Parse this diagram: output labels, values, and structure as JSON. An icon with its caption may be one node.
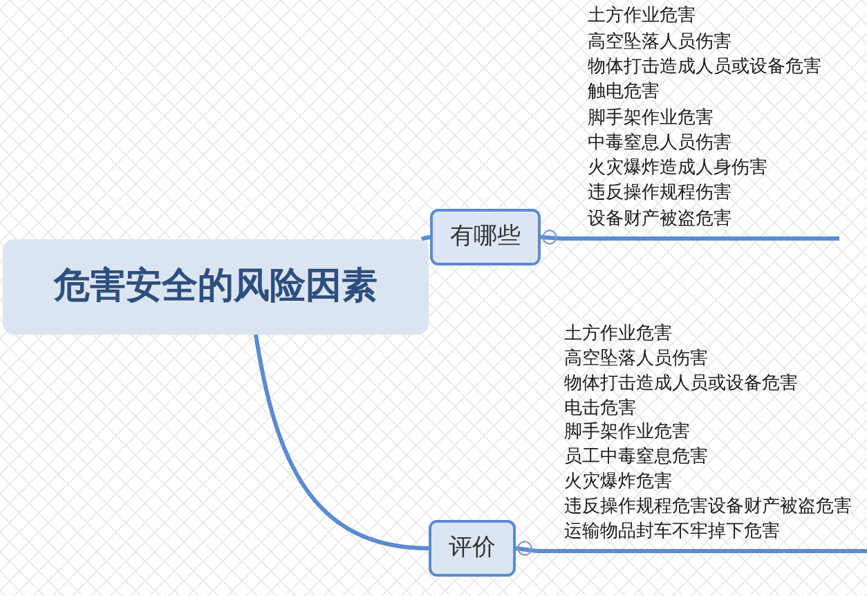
{
  "diagram": {
    "nodes": [
      {
        "text": [
          "危害安全的风险因素"
        ]
      },
      {
        "text": [
          "有哪些"
        ]
      },
      {
        "text": [
          "土方作业危害",
          "高空坠落人员伤害",
          "物体打击造成人员或设备危害",
          "触电危害",
          "脚手架作业危害",
          "中毒窒息人员伤害",
          "火灾爆炸造成人身伤害",
          "违反操作规程伤害",
          "设备财产被盗危害"
        ]
      },
      {
        "text": [
          "评价"
        ]
      },
      {
        "text": [
          "土方作业危害",
          "高空坠落人员伤害",
          "物体打击造成人员或设备危害",
          "电击危害",
          "脚手架作业危害",
          "员工中毒窒息危害",
          "火灾爆炸危害",
          "违反操作规程危害设备财产被盗危害",
          "运输物品封车不牢掉下危害"
        ]
      }
    ],
    "edges": [
      {
        "from": 0,
        "to": 1,
        "arrow": "none"
      },
      {
        "from": 1,
        "to": 2,
        "arrow": "none"
      },
      {
        "from": 0,
        "to": 3,
        "arrow": "none"
      },
      {
        "from": 3,
        "to": 4,
        "arrow": "none"
      }
    ]
  }
}
